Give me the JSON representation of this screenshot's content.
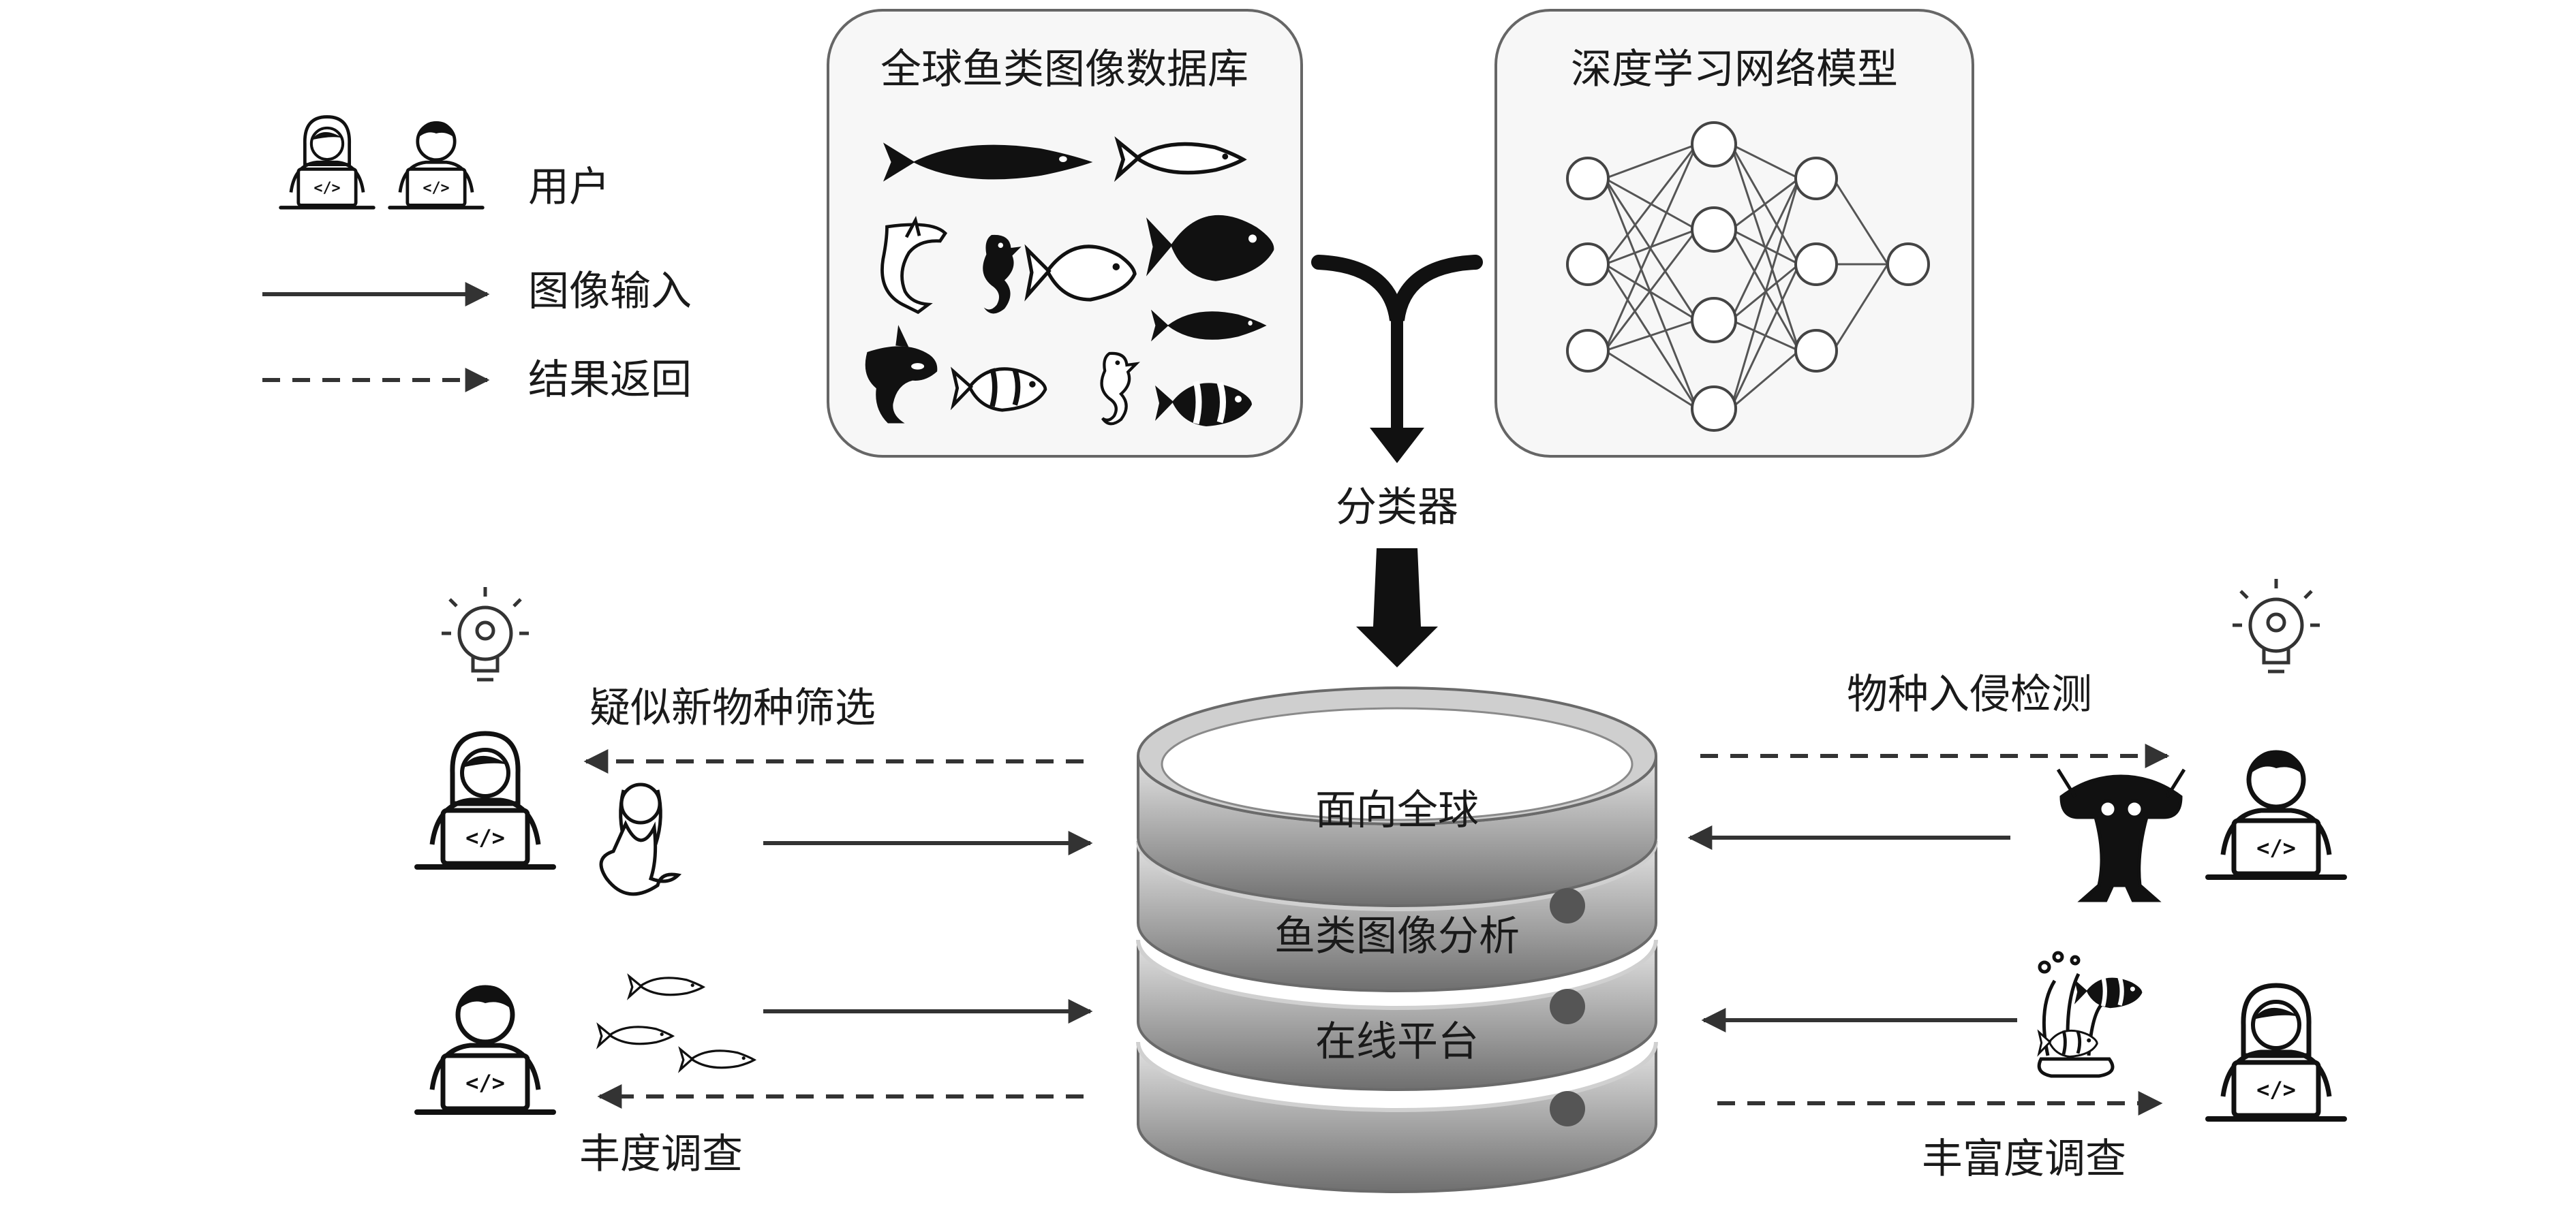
{
  "legend": {
    "user_label": "用户",
    "image_input_label": "图像输入",
    "result_return_label": "结果返回"
  },
  "database_box": {
    "title": "全球鱼类图像数据库"
  },
  "model_box": {
    "title": "深度学习网络模型"
  },
  "classifier_label": "分类器",
  "platform": {
    "top_label": "面向全球",
    "middle_label": "鱼类图像分析",
    "bottom_label": "在线平台"
  },
  "tasks": {
    "new_species": "疑似新物种筛选",
    "invasion": "物种入侵检测",
    "abundance": "丰度调查",
    "richness": "丰富度调查"
  },
  "colors": {
    "ink": "#1a1a1a",
    "cyl_dark": "#6e6e6e",
    "cyl_light": "#e6e6e6",
    "box_fill": "#f6f6f6"
  }
}
